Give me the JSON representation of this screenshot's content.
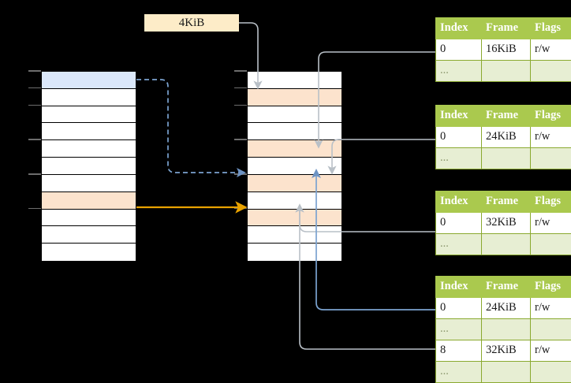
{
  "diagram": {
    "title": "virtual-memory-page-table-walk",
    "size_label": "4KiB",
    "colors": {
      "header_green": "#aac94e",
      "dots_row": "#e7eed3",
      "highlight_yellow": "#fdf7a8",
      "peach_row": "#fce3cd",
      "blue_row": "#dbe8fa",
      "orange_arrow": "#e8a200",
      "blue_arrow": "#7ba3d0",
      "grey_wire": "#b3b3b3",
      "label_bg": "#fdecc8"
    }
  },
  "left_column": {
    "name": "virtual-address-space-column",
    "row_count": 11,
    "rows": [
      {
        "index": 0,
        "fill": "blue"
      },
      {
        "index": 1,
        "fill": "white"
      },
      {
        "index": 2,
        "fill": "white"
      },
      {
        "index": 3,
        "fill": "white"
      },
      {
        "index": 4,
        "fill": "white"
      },
      {
        "index": 5,
        "fill": "white"
      },
      {
        "index": 6,
        "fill": "white"
      },
      {
        "index": 7,
        "fill": "peach"
      },
      {
        "index": 8,
        "fill": "white"
      },
      {
        "index": 9,
        "fill": "white"
      },
      {
        "index": 10,
        "fill": "white"
      }
    ]
  },
  "middle_column": {
    "name": "physical-memory-column",
    "row_count": 11,
    "rows": [
      {
        "index": 0,
        "fill": "white"
      },
      {
        "index": 1,
        "fill": "peach"
      },
      {
        "index": 2,
        "fill": "white"
      },
      {
        "index": 3,
        "fill": "white"
      },
      {
        "index": 4,
        "fill": "peach"
      },
      {
        "index": 5,
        "fill": "white"
      },
      {
        "index": 6,
        "fill": "peach"
      },
      {
        "index": 7,
        "fill": "white"
      },
      {
        "index": 8,
        "fill": "peach"
      },
      {
        "index": 9,
        "fill": "white"
      },
      {
        "index": 10,
        "fill": "white"
      }
    ]
  },
  "page_tables": [
    {
      "id": "page-table-1",
      "headers": [
        "Index",
        "Frame",
        "Flags"
      ],
      "rows": [
        {
          "kind": "data",
          "index": "0",
          "frame": "16KiB",
          "flags": "r/w",
          "highlight": false
        },
        {
          "kind": "dots",
          "index": "...",
          "frame": "",
          "flags": "",
          "highlight": false
        }
      ]
    },
    {
      "id": "page-table-2",
      "headers": [
        "Index",
        "Frame",
        "Flags"
      ],
      "rows": [
        {
          "kind": "data",
          "index": "0",
          "frame": "24KiB",
          "flags": "r/w",
          "highlight": false
        },
        {
          "kind": "dots",
          "index": "...",
          "frame": "",
          "flags": "",
          "highlight": false
        }
      ]
    },
    {
      "id": "page-table-3",
      "headers": [
        "Index",
        "Frame",
        "Flags"
      ],
      "rows": [
        {
          "kind": "data",
          "index": "0",
          "frame": "32KiB",
          "flags": "r/w",
          "highlight": false
        },
        {
          "kind": "dots",
          "index": "...",
          "frame": "",
          "flags": "",
          "highlight": false
        }
      ]
    },
    {
      "id": "page-table-4",
      "headers": [
        "Index",
        "Frame",
        "Flags"
      ],
      "rows": [
        {
          "kind": "data",
          "index": "0",
          "frame": "24KiB",
          "flags": "r/w",
          "highlight": true
        },
        {
          "kind": "dots",
          "index": "...",
          "frame": "",
          "flags": "",
          "highlight": false
        },
        {
          "kind": "data",
          "index": "8",
          "frame": "32KiB",
          "flags": "r/w",
          "highlight": false
        },
        {
          "kind": "dots",
          "index": "...",
          "frame": "",
          "flags": "",
          "highlight": false
        }
      ]
    }
  ]
}
